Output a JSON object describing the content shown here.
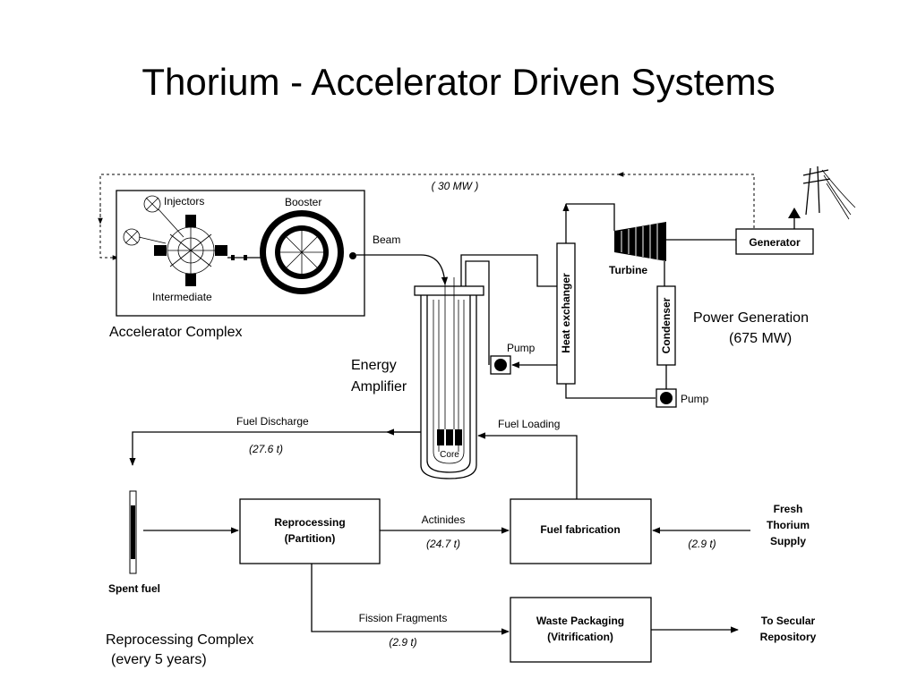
{
  "title": "Thorium - Accelerator Driven Systems",
  "labels": {
    "recirculated_power": "( 30 MW )",
    "injectors": "Injectors",
    "booster": "Booster",
    "beam": "Beam",
    "intermediate": "Intermediate",
    "accelerator_complex": "Accelerator Complex",
    "energy_amplifier_1": "Energy",
    "energy_amplifier_2": "Amplifier",
    "core": "Core",
    "pump_1": "Pump",
    "pump_2": "Pump",
    "heat_exchanger": "Heat exchanger",
    "turbine": "Turbine",
    "condenser": "Condenser",
    "generator": "Generator",
    "power_generation": "Power Generation",
    "power_generation_mw": "(675 MW)",
    "fuel_discharge": "Fuel Discharge",
    "fuel_discharge_amt": "(27.6 t)",
    "fuel_loading": "Fuel Loading",
    "spent_fuel": "Spent fuel",
    "reprocessing_1": "Reprocessing",
    "reprocessing_2": "(Partition)",
    "actinides": "Actinides",
    "actinides_amt": "(24.7 t)",
    "fuel_fabrication": "Fuel fabrication",
    "thorium_amt": "(2.9 t)",
    "fresh_1": "Fresh",
    "fresh_2": "Thorium",
    "fresh_3": "Supply",
    "fission_fragments": "Fission Fragments",
    "fission_amt": "(2.9 t)",
    "waste_1": "Waste Packaging",
    "waste_2": "(Vitrification)",
    "repository_1": "To Secular",
    "repository_2": "Repository",
    "reproc_complex_1": "Reprocessing Complex",
    "reproc_complex_2": "(every 5 years)"
  }
}
